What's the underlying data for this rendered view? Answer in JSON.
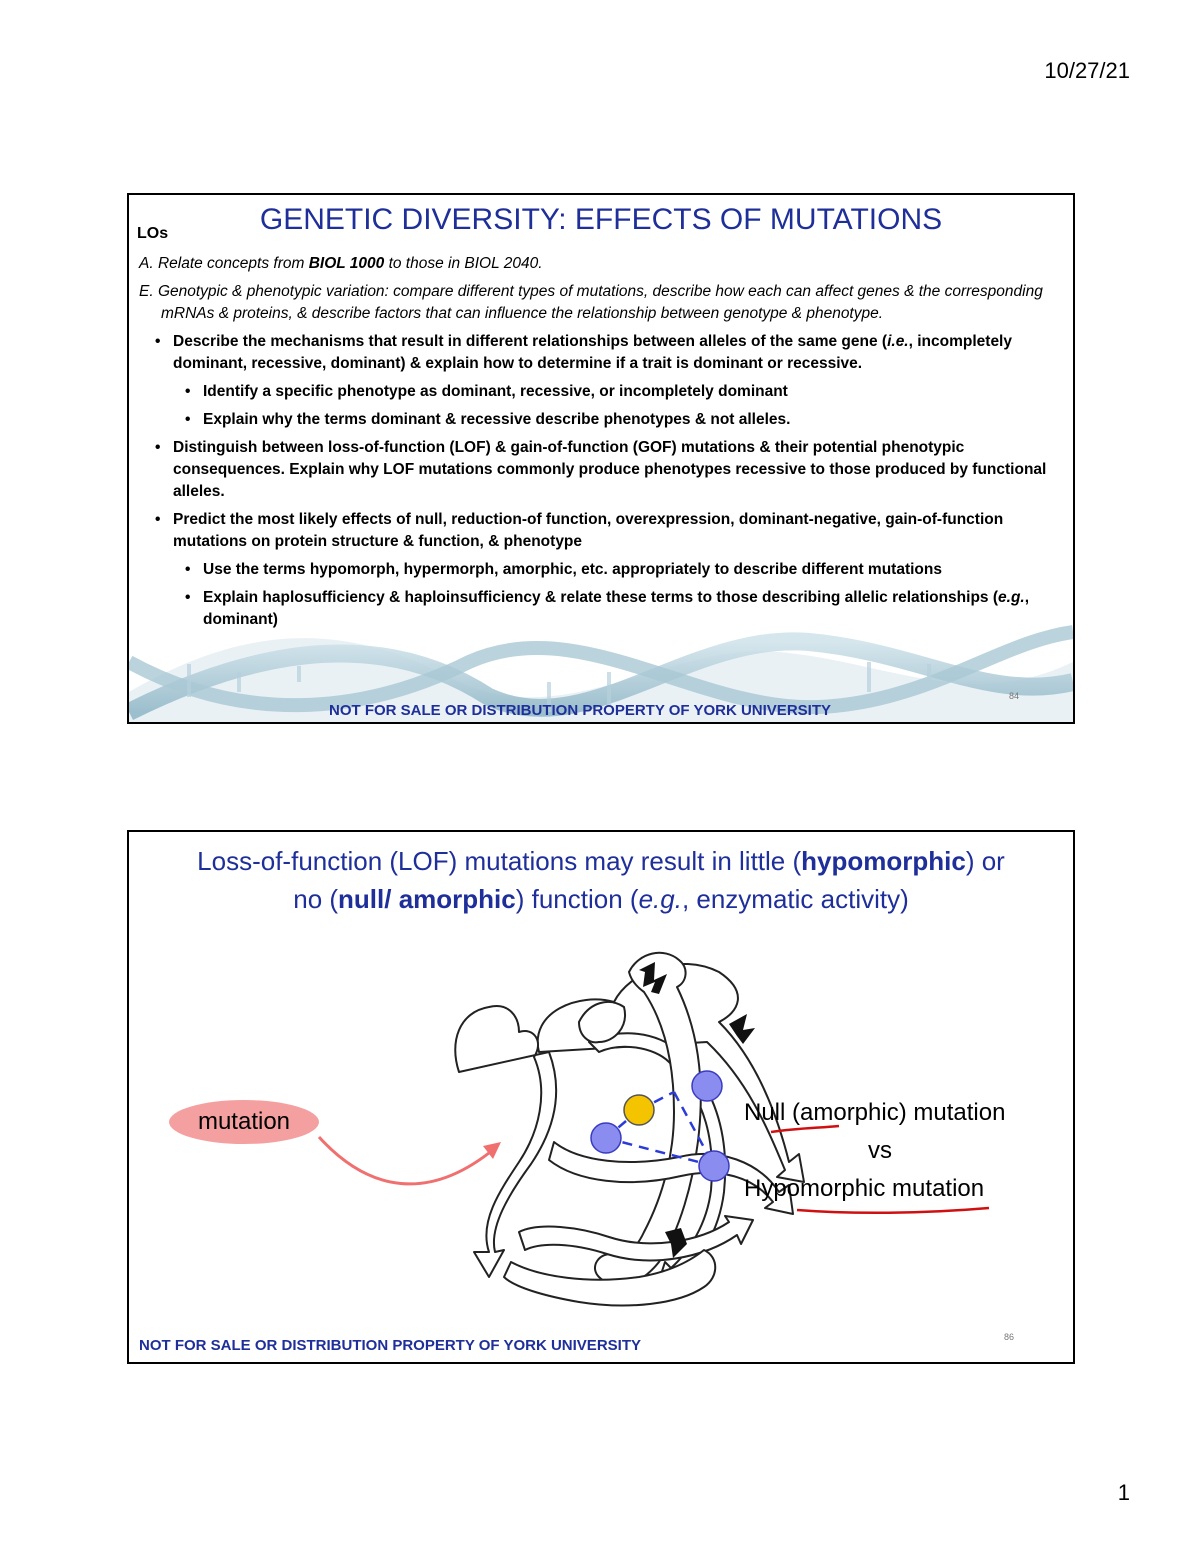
{
  "page": {
    "date": "10/27/21",
    "number": "1"
  },
  "slide1": {
    "los_label": "LOs",
    "title": "GENETIC DIVERSITY: EFFECTS OF MUTATIONS",
    "lo_a": {
      "prefix": "A.   Relate concepts from ",
      "bold": "BIOL 1000",
      "suffix": " to those in BIOL 2040."
    },
    "lo_e": "E. Genotypic & phenotypic variation: compare different types of mutations, describe how each can affect genes & the corresponding mRNAs & proteins, & describe factors that can influence the relationship between genotype & phenotype.",
    "bullet1": {
      "before": "Describe the mechanisms that result in different relationships between alleles of the same gene (",
      "italic": "i.e.",
      "after": ", incompletely dominant, recessive, dominant) & explain how to determine if a trait is dominant or recessive."
    },
    "bullet1_sub1": "Identify a specific phenotype as dominant, recessive, or incompletely dominant",
    "bullet1_sub2": "Explain why the terms dominant & recessive describe phenotypes & not alleles.",
    "bullet2": "Distinguish between loss-of-function (LOF) & gain-of-function (GOF) mutations & their potential phenotypic consequences. Explain why LOF mutations commonly produce phenotypes recessive to those produced by functional alleles.",
    "bullet3": "Predict the most likely effects of null, reduction-of function, overexpression, dominant-negative, gain-of-function mutations on protein structure & function, & phenotype",
    "bullet3_sub1": "Use the terms hypomorph, hypermorph, amorphic, etc. appropriately to describe different mutations",
    "bullet3_sub2": {
      "before": "Explain haplosufficiency & haploinsufficiency & relate these terms to those describing allelic relationships (",
      "italic": "e.g.",
      "after": ", dominant)"
    },
    "slide_number": "84",
    "footer": "NOT FOR SALE OR DISTRIBUTION PROPERTY OF YORK UNIVERSITY"
  },
  "slide2": {
    "title_line1": {
      "before": "Loss-of-function (LOF) mutations may result in little (",
      "bold": "hypomorphic",
      "after": ") or"
    },
    "title_line2": {
      "before": "no (",
      "bold": "null/ amorphic",
      "mid": ") function (",
      "italic": "e.g.",
      "after": ", enzymatic activity)"
    },
    "mutation_label": "mutation",
    "null_line": "Null (amorphic) mutation",
    "vs": "vs",
    "hypo_line": "Hypomorphic mutation",
    "slide_number": "86",
    "footer": "NOT FOR SALE OR DISTRIBUTION PROPERTY OF YORK UNIVERSITY"
  }
}
